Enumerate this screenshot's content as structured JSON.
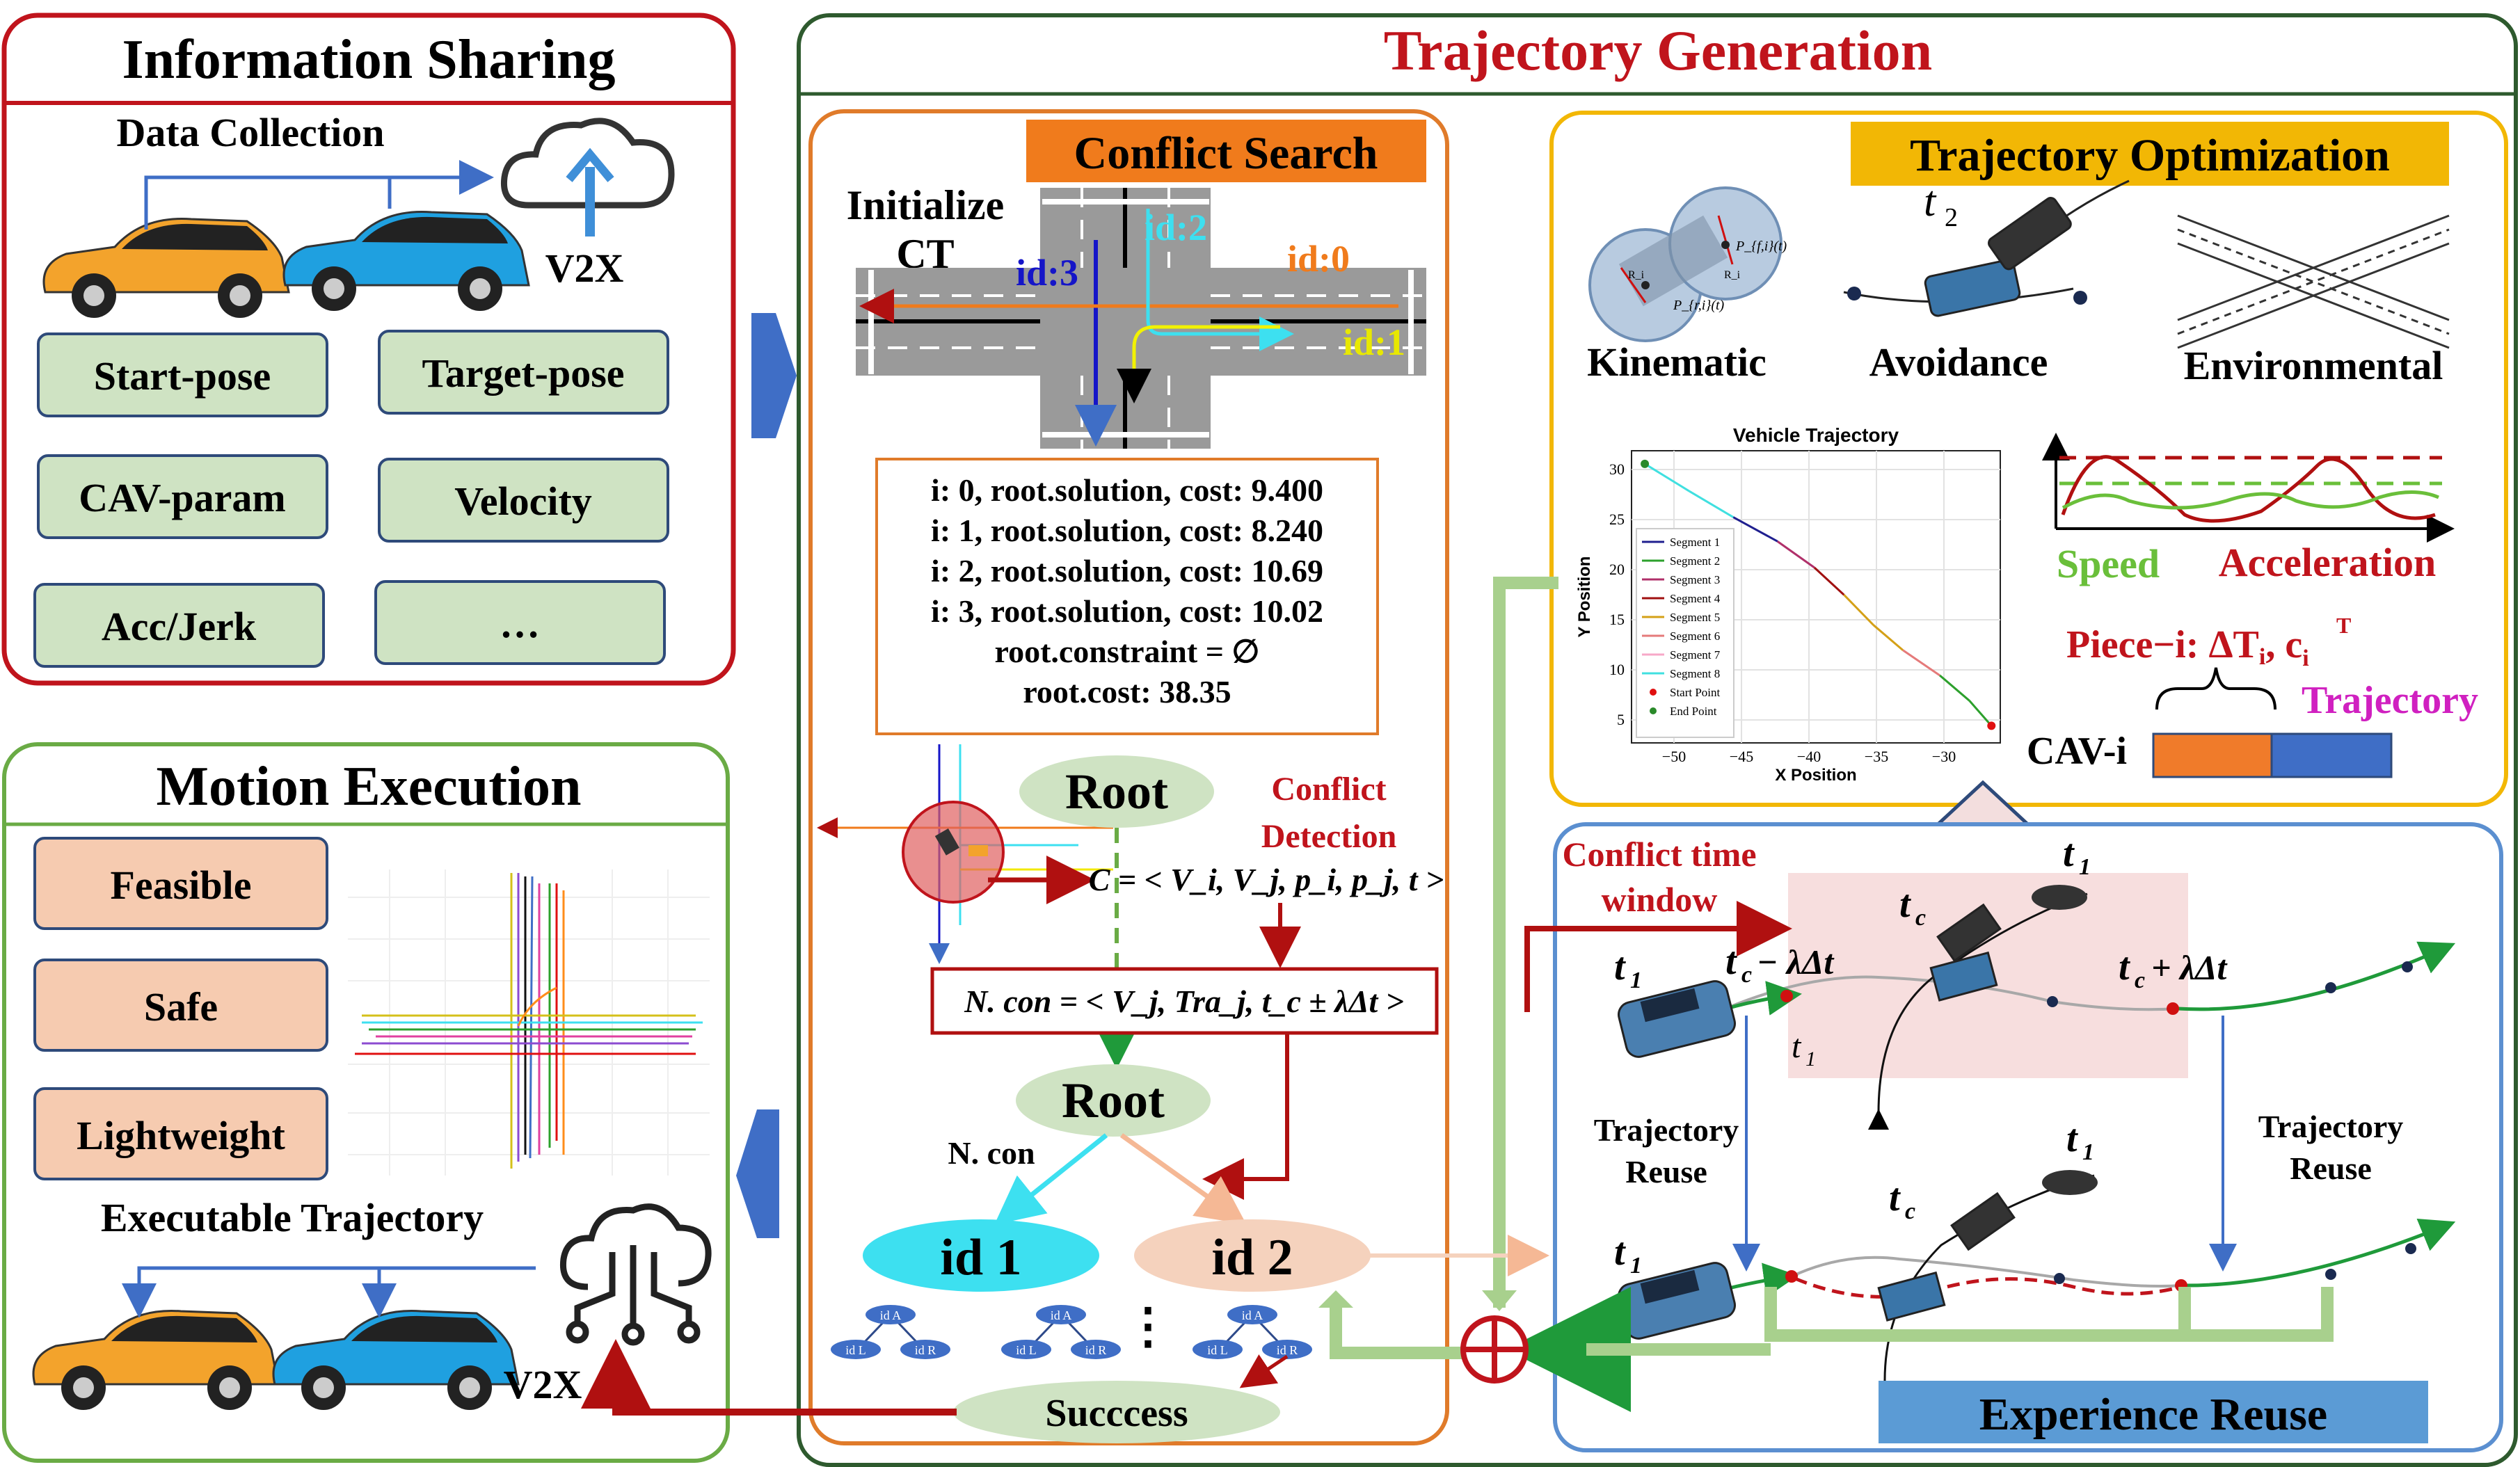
{
  "info_sharing": {
    "title": "Information Sharing",
    "data_collection": "Data Collection",
    "v2x": "V2X",
    "items": [
      "Start-pose",
      "Target-pose",
      "CAV-param",
      "Velocity",
      "Acc/Jerk",
      "…"
    ]
  },
  "motion_execution": {
    "title": "Motion Execution",
    "items": [
      "Feasible",
      "Safe",
      "Lightweight"
    ],
    "executable": "Executable Trajectory",
    "v2x": "V2X"
  },
  "trajectory_generation": {
    "title": "Trajectory Generation"
  },
  "conflict_search": {
    "title": "Conflict Search",
    "initialize_line1": "Initialize",
    "initialize_line2": "CT",
    "ids": [
      "id:3",
      "id:2",
      "id:0",
      "id:1"
    ],
    "solutions": [
      "i: 0, root.solution, cost: 9.400",
      "i: 1, root.solution, cost: 8.240",
      "i: 2, root.solution, cost: 10.69",
      "i: 3, root.solution, cost: 10.02",
      "root.constraint = ∅",
      "root.cost: 38.35"
    ],
    "root": "Root",
    "conflict_detection_1": "Conflict",
    "conflict_detection_2": "Detection",
    "c_formula": "C = < V_i, V_j, p_i, p_j, t >",
    "ncon_formula": "N. con = < V_j, Tra_j, t_c ± λΔt >",
    "root2": "Root",
    "ncon_label": "N. con",
    "id1": "id 1",
    "id2": "id 2",
    "tree_nodes": {
      "a": "id A",
      "l": "id L",
      "r": "id R"
    },
    "dots": "⋮",
    "success": "Succcess"
  },
  "trajectory_optimization": {
    "title": "Trajectory Optimization",
    "t2": "t",
    "t2_sub": "2",
    "kinematic": "Kinematic",
    "avoidance": "Avoidance",
    "environmental": "Environmental",
    "speed": "Speed",
    "acceleration": "Acceleration",
    "piece": "Piece−i: ΔT",
    "piece_sub": "i",
    "piece_c": ", c",
    "piece_c_sub": "i",
    "piece_c_sup": "T",
    "trajectory": "Trajectory",
    "cav": "CAV-i",
    "kinematic_labels": {
      "pr": "P_{r,i}(t)",
      "pf": "P_{f,i}(t)",
      "ri": "R_i"
    }
  },
  "vehicle_plot": {
    "title": "Vehicle Trajectory",
    "xlabel": "X Position",
    "ylabel": "Y Position",
    "xticks": [
      "−50",
      "−45",
      "−40",
      "−35",
      "−30"
    ],
    "yticks": [
      "30",
      "25",
      "20",
      "15",
      "10",
      "5"
    ],
    "legend": [
      "Segment 1",
      "Segment 2",
      "Segment 3",
      "Segment 4",
      "Segment 5",
      "Segment 6",
      "Segment 7",
      "Segment 8",
      "Start Point",
      "End Point"
    ],
    "colors": [
      "#1f1f8f",
      "#2ca02c",
      "#b0306a",
      "#a01010",
      "#d4a017",
      "#e57a7a",
      "#f7a8c8",
      "#40e0e0",
      "#e01010",
      "#2a8a2a"
    ]
  },
  "experience_reuse": {
    "title": "Experience Reuse",
    "conflict_window_1": "Conflict time",
    "conflict_window_2": "window",
    "t1": "t",
    "sub1": "1",
    "tc": "t",
    "subc": "c",
    "tc_minus": "t",
    "tc_minus_rest": " − λΔt",
    "tc_plus_rest": " + λΔt",
    "reuse_1": "Trajectory",
    "reuse_2": "Reuse"
  },
  "colors": {
    "red_border": "#c0141c",
    "green_border": "#2e5a2e",
    "orange_border": "#e07b2a",
    "gold_border": "#f2b705",
    "blue_border": "#5b8fd0",
    "green_box": "#cfe3c3",
    "salmon_box": "#f6cbb0",
    "arrow_blue": "#3f6ec6",
    "arrow_green": "#a8d08d",
    "dark_red": "#b01010",
    "title_red": "#c0141c"
  }
}
